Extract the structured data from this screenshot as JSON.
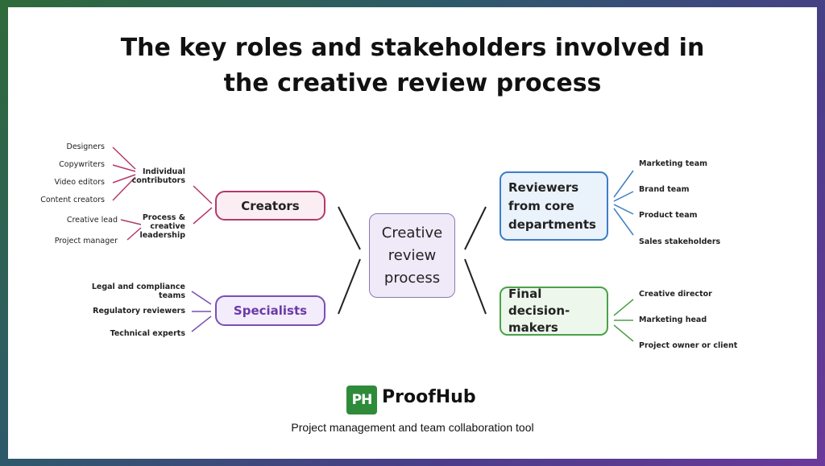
{
  "title": {
    "line1": "The key roles and stakeholders involved in",
    "line2": "the creative review process"
  },
  "center": {
    "lines": [
      "Creative",
      "review",
      "process"
    ]
  },
  "branches": {
    "creators": {
      "label": "Creators",
      "color": "#b23a6a",
      "groups": [
        {
          "lines": [
            "Individual",
            "contributors"
          ],
          "items": [
            "Designers",
            "Copywriters",
            "Video editors",
            "Content creators"
          ]
        },
        {
          "lines": [
            "Process &",
            "creative",
            "leadership"
          ],
          "items": [
            "Creative lead",
            "Project manager"
          ]
        }
      ]
    },
    "specialists": {
      "label": "Specialists",
      "color": "#7a4fb4",
      "items": [
        "Legal and compliance teams",
        "Regulatory reviewers",
        "Technical experts"
      ],
      "item0_lines": [
        "Legal and compliance",
        "teams"
      ]
    },
    "reviewers": {
      "lines": [
        "Reviewers",
        "from core",
        "departments"
      ],
      "color": "#3c7ec4",
      "items": [
        "Marketing team",
        "Brand team",
        "Product team",
        "Sales stakeholders"
      ]
    },
    "final": {
      "lines": [
        "Final decision-",
        "makers"
      ],
      "color": "#4aa14a",
      "items": [
        "Creative director",
        "Marketing head",
        "Project owner or client"
      ]
    }
  },
  "brand": {
    "logo_text": "PH",
    "name": "ProofHub",
    "tagline": "Project management and team collaboration tool",
    "logo_color": "#2e8b3a"
  }
}
